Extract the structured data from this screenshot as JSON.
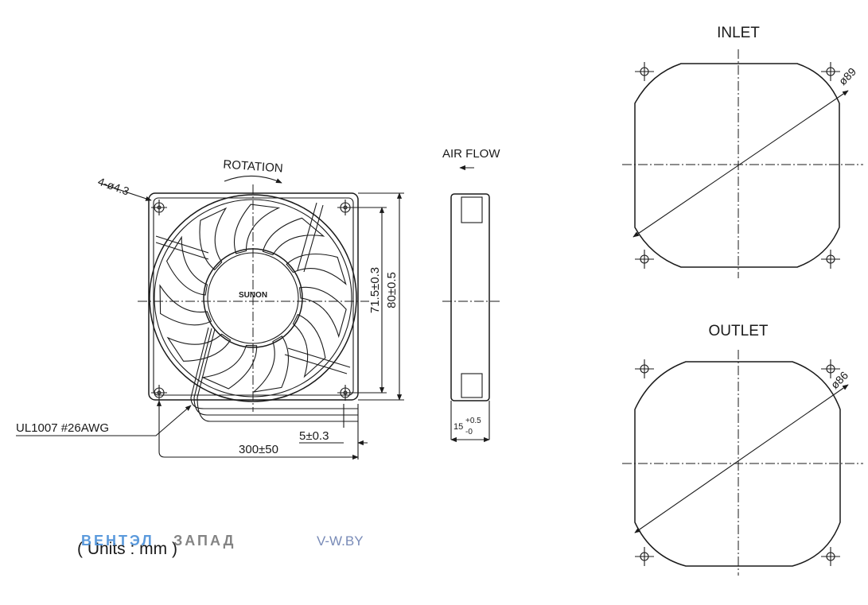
{
  "labels": {
    "rotation": "ROTATION",
    "hole_callout": "4-ø4.3",
    "brand": "SUNON",
    "dim_inner": "71.5±0.3",
    "dim_outer": "80±0.5",
    "wire_spec": "UL1007 #26AWG",
    "wire_length": "300±50",
    "wire_strip": "5±0.3",
    "air_flow": "AIR FLOW",
    "thickness_base": "15",
    "thickness_plus": "+0.5",
    "thickness_minus": "-0",
    "inlet": "INLET",
    "inlet_dia": "ø89",
    "outlet": "OUTLET",
    "outlet_dia": "ø86",
    "units": "( Units : mm )"
  },
  "watermark": {
    "part1": "ВЕНТЭЛ",
    "part2": "ЗАПАД",
    "url": "V-W.BY",
    "color_part1": "#4a90d9",
    "color_part2": "#777777"
  },
  "colors": {
    "line": "#1a1a1a",
    "background": "#ffffff"
  }
}
